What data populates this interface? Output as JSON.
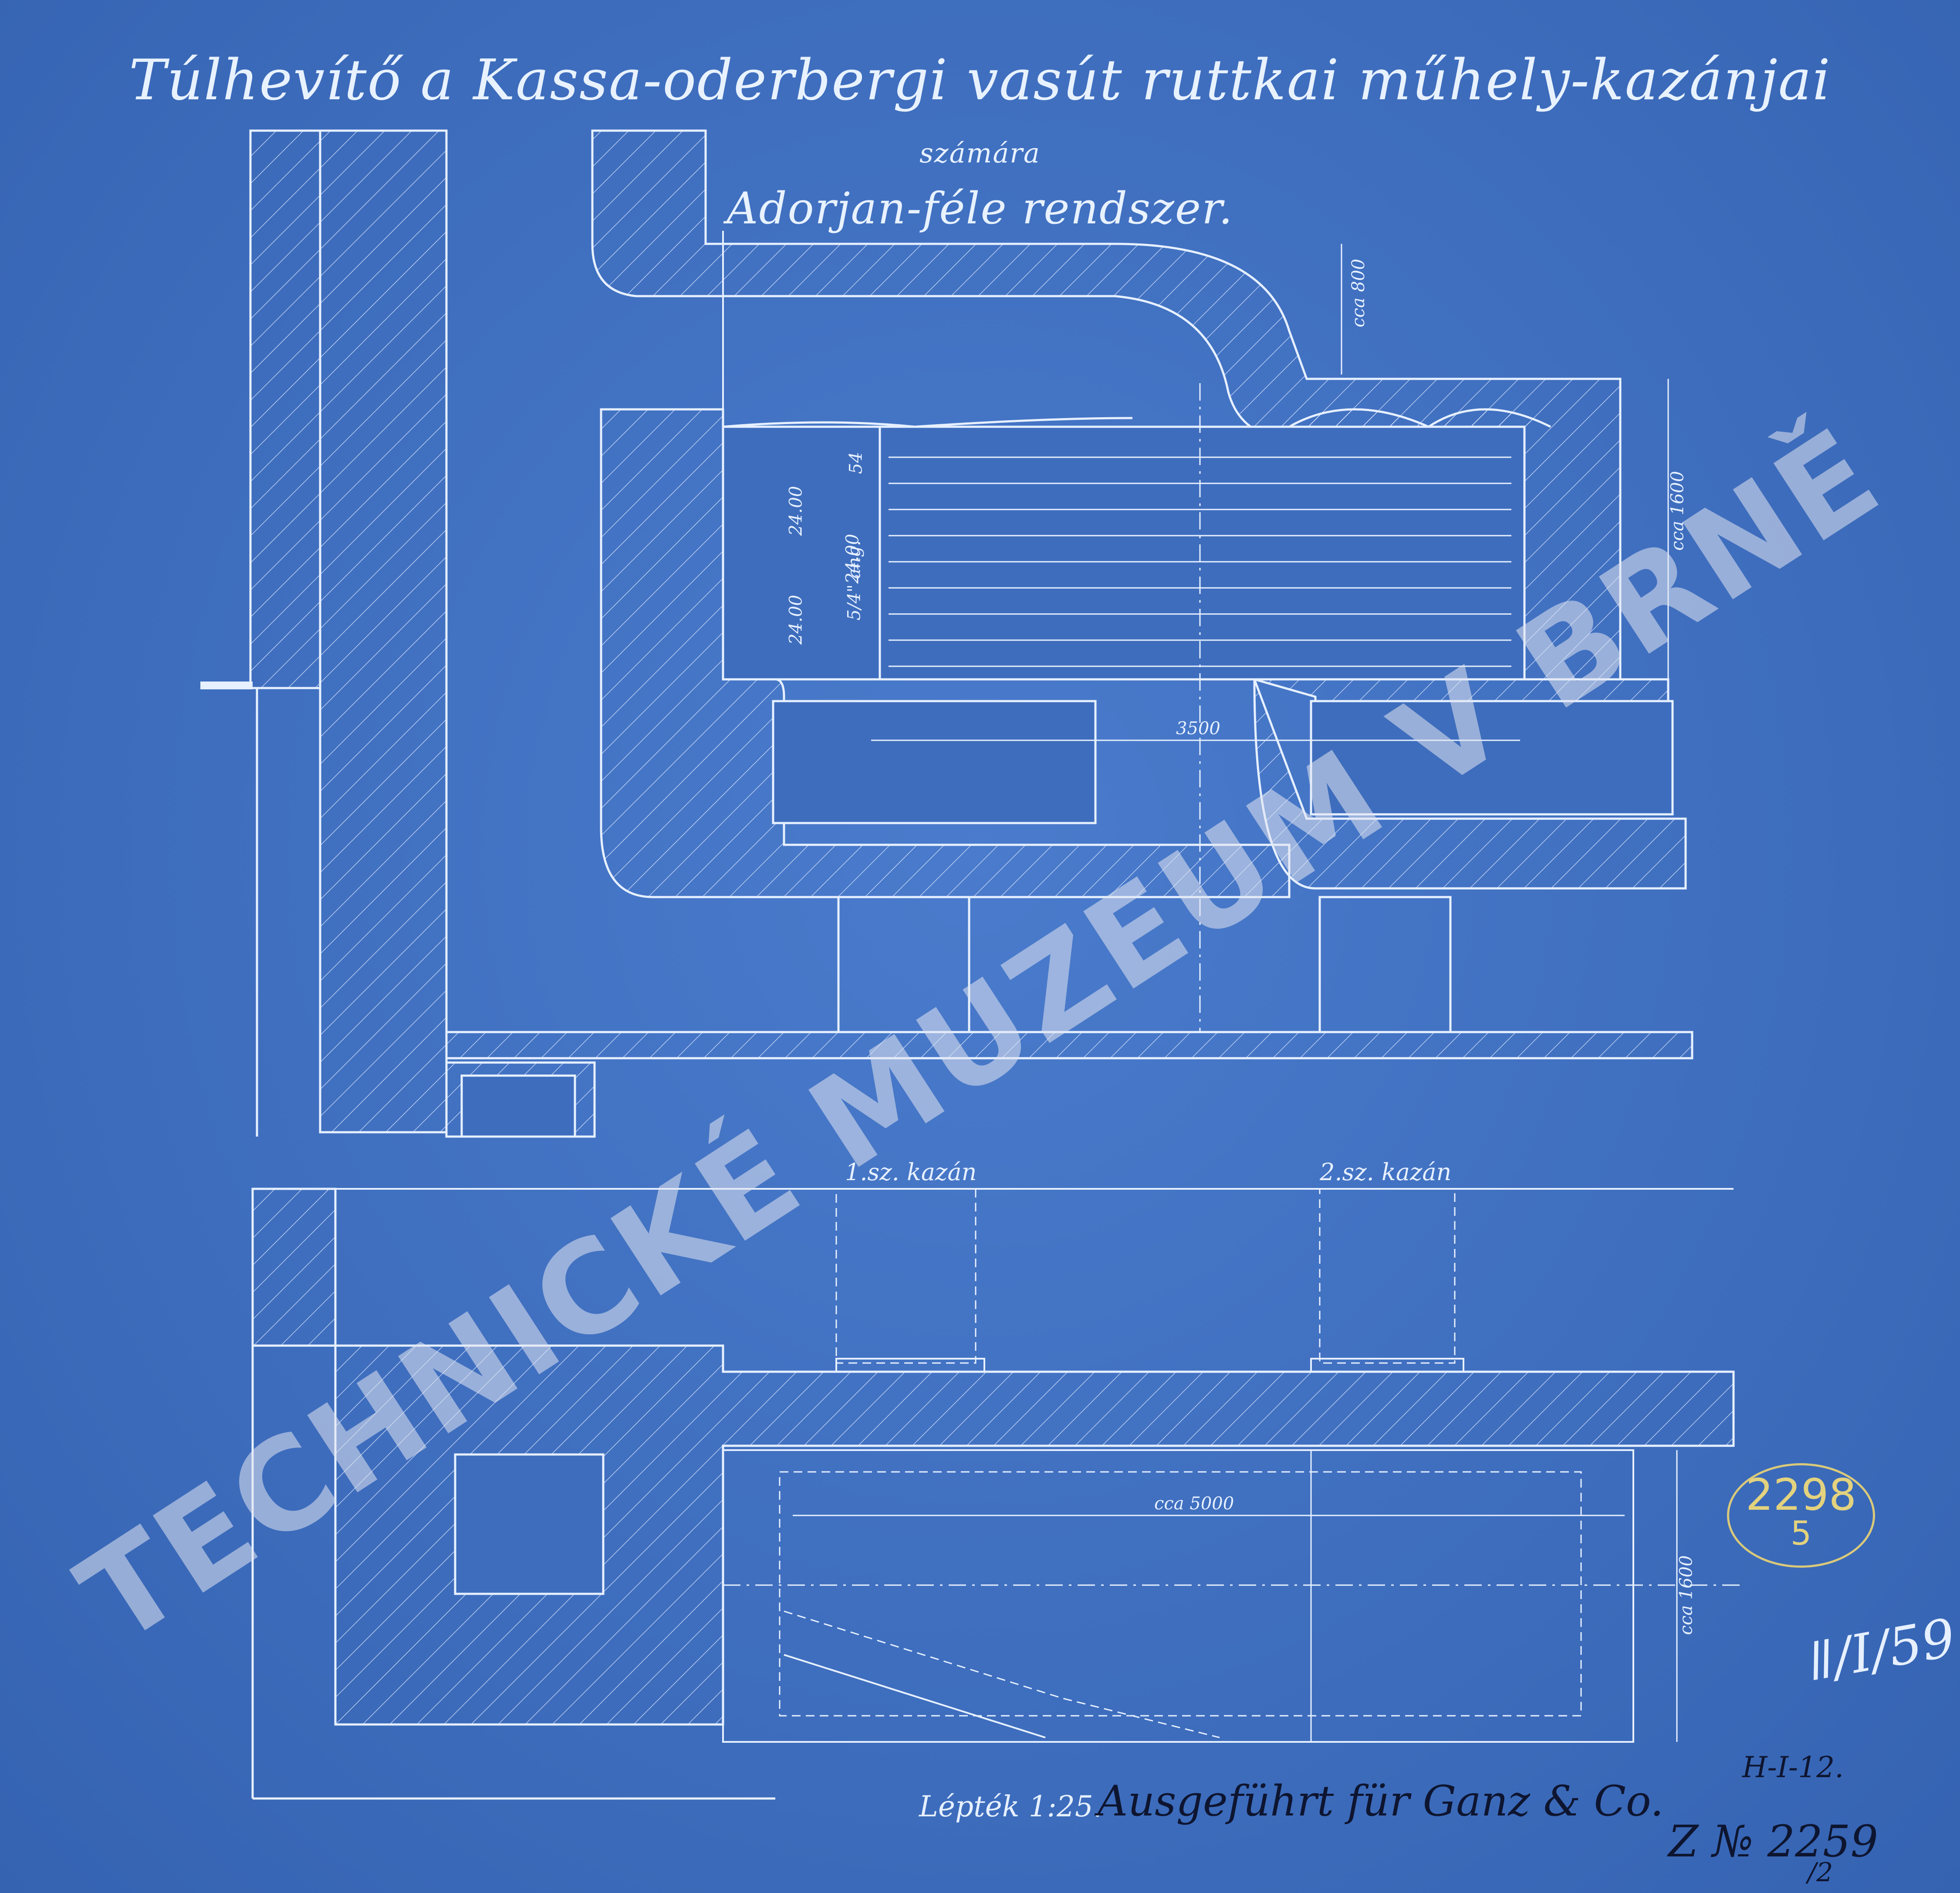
{
  "title": {
    "main": "Túlhevítő a Kassa-oderbergi vasút ruttkai műhely-kazánjai",
    "sub": "számára",
    "system": "Adorjan-féle rendszer."
  },
  "dimensions": {
    "flue_height": "cca 800",
    "chamber_height": "cca 1600",
    "tube_pitch_1": "24.00",
    "tube_pitch_2": "24.00",
    "tube_pitch_3": "24.00",
    "tube_count": "54",
    "tube_unit": "5/4\" ang.",
    "between_boilers": "3500",
    "lower_length": "cca 5000",
    "lower_height": "cca 1600"
  },
  "labels": {
    "boiler_1": "1.sz. kazán",
    "boiler_2": "2.sz. kazán"
  },
  "stamp": {
    "number": "2298",
    "sub": "5"
  },
  "footer": {
    "scale": "Lépték 1:25.",
    "executed": "Ausgeführt für Ganz & Co.",
    "sheet_code": "H-I-12.",
    "drawing_no": "Z № 2259",
    "drawing_no_sub": "/2",
    "inventory_mark": "ǁ/I/59"
  },
  "watermark": "TECHNICKÉ MUZEUM V BRNĚ",
  "colors": {
    "paper": "#3f6fbf",
    "line": "#e6f0ff",
    "stamp": "#d9c97a",
    "ink": "#0e1530"
  }
}
